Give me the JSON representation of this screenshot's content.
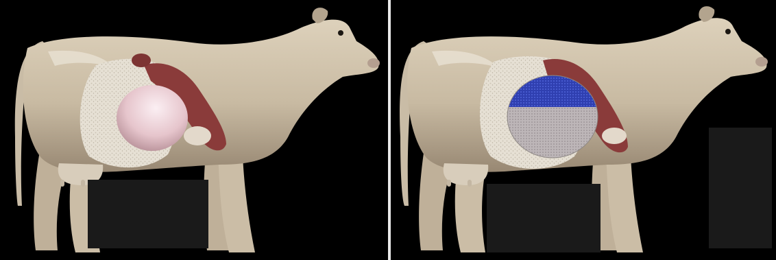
{
  "image": {
    "panels": [
      {
        "name": "cow-cutaway-normal",
        "organ_style": "solid-pink-stomach"
      },
      {
        "name": "cow-cutaway-textured",
        "organ_style": "blue-mesh-stomach"
      }
    ],
    "colors": {
      "background": "#000000",
      "cow_body": "#cdbfa7",
      "cow_shadow": "#9c8d77",
      "organ_red": "#8a3b3a",
      "organ_pink": "#e8c9cf",
      "mesh_blue": "#2f3fb0",
      "mesh_grey": "#bdb6b8",
      "omasum": "#ddd5c9"
    }
  }
}
